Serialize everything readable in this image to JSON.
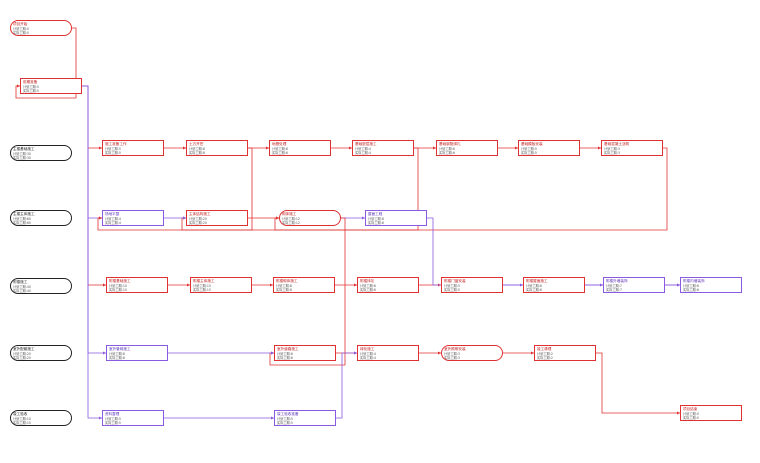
{
  "colors": {
    "critical": "#e03030",
    "noncritical": "#8a5ae0",
    "milestone": "#222222"
  },
  "nodes": [
    {
      "id": "n0",
      "title": "项目开始",
      "r1": "计划工期:0",
      "r2": "实际工期:0",
      "style": "red pill"
    },
    {
      "id": "n1",
      "title": "前期准备",
      "r1": "计划工期:5",
      "r2": "实际工期:5",
      "style": "red"
    },
    {
      "id": "b1",
      "title": "主楼基础施工",
      "r1": "计划工期:30",
      "r2": "实际工期:30",
      "style": "black"
    },
    {
      "id": "b2",
      "title": "主楼主体施工",
      "r1": "计划工期:60",
      "r2": "实际工期:60",
      "style": "black"
    },
    {
      "id": "b3",
      "title": "附楼施工",
      "r1": "计划工期:40",
      "r2": "实际工期:40",
      "style": "black"
    },
    {
      "id": "b4",
      "title": "室外配套施工",
      "r1": "计划工期:20",
      "r2": "实际工期:20",
      "style": "black"
    },
    {
      "id": "b5",
      "title": "竣工验收",
      "r1": "计划工期:10",
      "r2": "实际工期:10",
      "style": "black"
    },
    {
      "id": "a1",
      "title": "施工准备工作",
      "r1": "计划工期:5",
      "r2": "实际工期:5",
      "style": "red"
    },
    {
      "id": "a2",
      "title": "土方开挖",
      "r1": "计划工期:8",
      "r2": "实际工期:8",
      "style": "red"
    },
    {
      "id": "a3",
      "title": "地基处理",
      "r1": "计划工期:6",
      "r2": "实际工期:6",
      "style": "red"
    },
    {
      "id": "a4",
      "title": "基础垫层施工",
      "r1": "计划工期:4",
      "r2": "实际工期:4",
      "style": "red"
    },
    {
      "id": "a5",
      "title": "基础钢筋绑扎",
      "r1": "计划工期:6",
      "r2": "实际工期:6",
      "style": "red"
    },
    {
      "id": "a6",
      "title": "基础模板安装",
      "r1": "计划工期:5",
      "r2": "实际工期:5",
      "style": "red"
    },
    {
      "id": "a7",
      "title": "基础混凝土浇筑",
      "r1": "计划工期:3",
      "r2": "实际工期:3",
      "style": "red"
    },
    {
      "id": "c1",
      "title": "场地平整",
      "r1": "计划工期:4",
      "r2": "实际工期:4",
      "style": "purple"
    },
    {
      "id": "c2",
      "title": "主体结构施工",
      "r1": "计划工期:20",
      "r2": "实际工期:20",
      "style": "red"
    },
    {
      "id": "c3",
      "title": "砌体施工",
      "r1": "计划工期:12",
      "r2": "实际工期:12",
      "style": "red pill"
    },
    {
      "id": "c4",
      "title": "屋面工程",
      "r1": "计划工期:8",
      "r2": "实际工期:8",
      "style": "purple"
    },
    {
      "id": "d1",
      "title": "附楼基础施工",
      "r1": "计划工期:10",
      "r2": "实际工期:10",
      "style": "red"
    },
    {
      "id": "d2",
      "title": "附楼主体施工",
      "r1": "计划工期:15",
      "r2": "实际工期:15",
      "style": "red"
    },
    {
      "id": "d3",
      "title": "附楼砌体施工",
      "r1": "计划工期:8",
      "r2": "实际工期:8",
      "style": "red"
    },
    {
      "id": "d4",
      "title": "附楼抹灰",
      "r1": "计划工期:6",
      "r2": "实际工期:6",
      "style": "red"
    },
    {
      "id": "d5",
      "title": "附楼门窗安装",
      "r1": "计划工期:5",
      "r2": "实际工期:5",
      "style": "red"
    },
    {
      "id": "d6",
      "title": "附楼屋面施工",
      "r1": "计划工期:6",
      "r2": "实际工期:6",
      "style": "red"
    },
    {
      "id": "d7",
      "title": "附楼外墙装饰",
      "r1": "计划工期:7",
      "r2": "实际工期:7",
      "style": "purple"
    },
    {
      "id": "d8",
      "title": "附楼内墙装饰",
      "r1": "计划工期:6",
      "r2": "实际工期:6",
      "style": "purple"
    },
    {
      "id": "d9",
      "title": "附楼地面施工",
      "r1": "计划工期:5",
      "r2": "实际工期:5",
      "style": "purple"
    },
    {
      "id": "e1",
      "title": "室外管网施工",
      "r1": "计划工期:8",
      "r2": "实际工期:8",
      "style": "purple"
    },
    {
      "id": "e2",
      "title": "室外道路施工",
      "r1": "计划工期:6",
      "r2": "实际工期:6",
      "style": "red"
    },
    {
      "id": "e3",
      "title": "绿化施工",
      "r1": "计划工期:4",
      "r2": "实际工期:4",
      "style": "red"
    },
    {
      "id": "e4",
      "title": "室外照明安装",
      "r1": "计划工期:3",
      "r2": "实际工期:3",
      "style": "red pill"
    },
    {
      "id": "e5",
      "title": "竣工清理",
      "r1": "计划工期:2",
      "r2": "实际工期:2",
      "style": "red"
    },
    {
      "id": "f1",
      "title": "资料整理",
      "r1": "计划工期:5",
      "r2": "实际工期:5",
      "style": "purple"
    },
    {
      "id": "f2",
      "title": "竣工验收准备",
      "r1": "计划工期:5",
      "r2": "实际工期:5",
      "style": "purple"
    },
    {
      "id": "f3",
      "title": "项目结束",
      "r1": "计划工期:0",
      "r2": "实际工期:0",
      "style": "red"
    }
  ]
}
